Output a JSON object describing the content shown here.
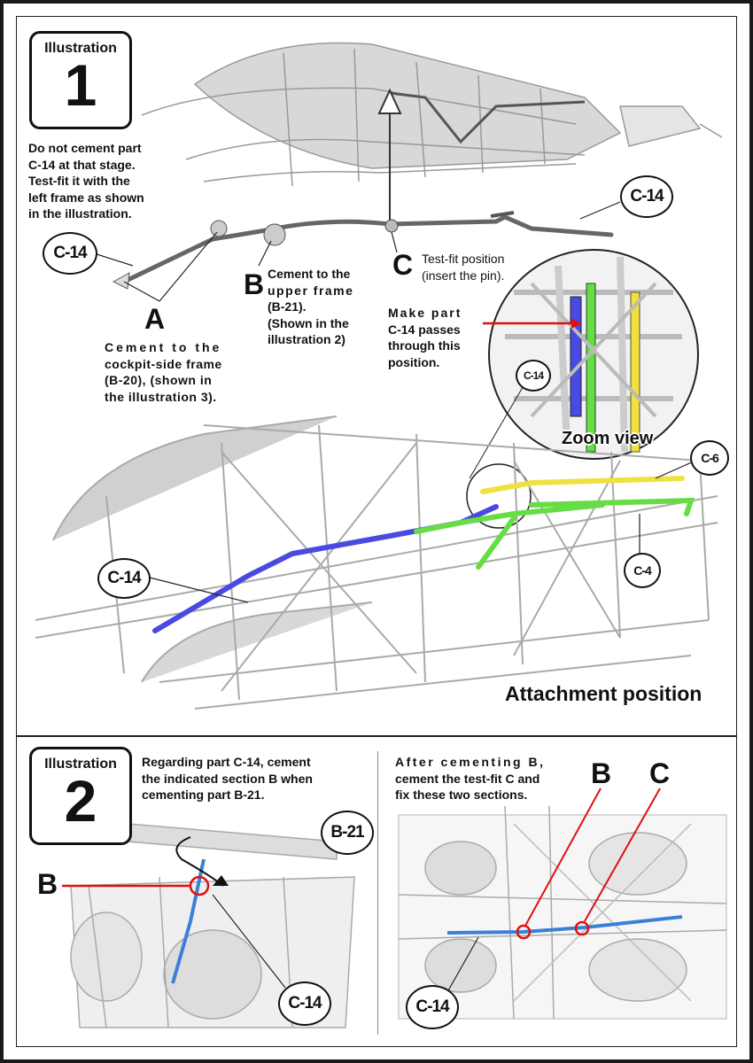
{
  "illustration1": {
    "title": "Illustration",
    "number": "1",
    "note": [
      "Do not cement part",
      "C-14 at that stage.",
      "Test-fit it with the",
      "left frame as shown",
      "in the illustration."
    ],
    "part_label_left": "C-14",
    "part_label_right": "C-14",
    "label_a": "A",
    "label_a_text": [
      "Cement to the",
      "cockpit-side frame",
      "(B-20), (shown in",
      "the illustration 3)."
    ],
    "label_b": "B",
    "label_b_text": [
      "Cement to the",
      "upper frame",
      "(B-21).",
      "(Shown in the",
      "illustration 2)"
    ],
    "label_c": "C",
    "label_c_text": [
      "Test-fit position",
      "(insert the pin)."
    ],
    "make_part_text": [
      "Make part",
      "C-14 passes",
      "through this",
      "position."
    ],
    "zoom_c14": "C-14",
    "zoom_label": "Zoom view",
    "tag_c6": "C-6",
    "tag_c14_main": "C-14",
    "tag_c4": "C-4",
    "attachment_label": "Attachment position"
  },
  "illustration2": {
    "title": "Illustration",
    "number": "2",
    "note": [
      "Regarding part C-14, cement",
      "the indicated section B when",
      "cementing part B-21."
    ],
    "tag_b21": "B-21",
    "label_b": "B",
    "tag_c14": "C-14"
  },
  "illustration3_panel": {
    "note": [
      "After cementing B,",
      "cement the test-fit C and",
      "fix these two sections."
    ],
    "label_b": "B",
    "label_c": "C",
    "tag_c14": "C-14"
  },
  "colors": {
    "c14_part": "#4a4ae0",
    "c4_part": "#66dd44",
    "c6_part": "#f0e040",
    "callout_red": "#e01010",
    "frame_gray": "#c8c8c8"
  }
}
